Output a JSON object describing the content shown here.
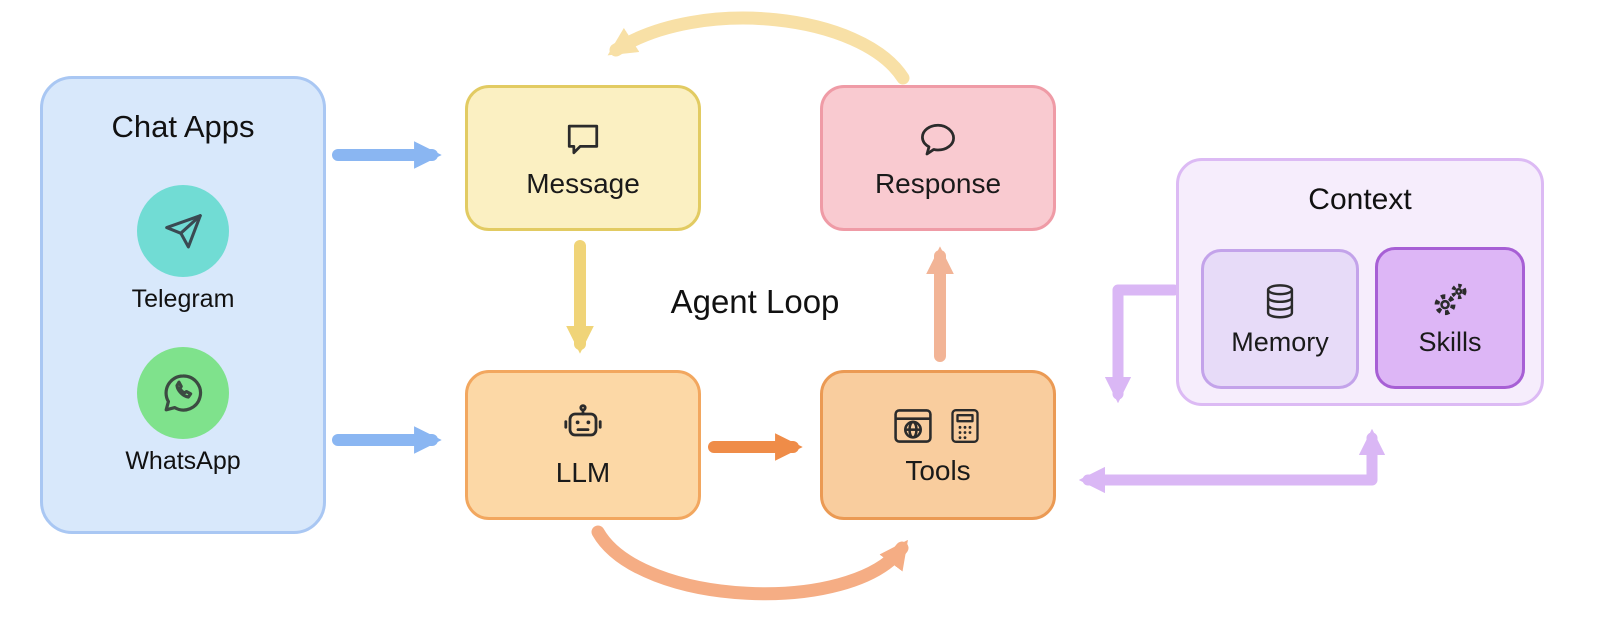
{
  "title": {
    "agent_loop": "Agent Loop"
  },
  "chat_apps": {
    "title": "Chat Apps",
    "items": [
      {
        "label": "Telegram",
        "icon": "telegram-icon",
        "circle_color": "#71dcd4"
      },
      {
        "label": "WhatsApp",
        "icon": "whatsapp-icon",
        "circle_color": "#7fe28c"
      }
    ]
  },
  "nodes": {
    "message": {
      "label": "Message",
      "icon": "square-speech-bubble-icon",
      "fill": "#fbf0c2",
      "border": "#e2cb62"
    },
    "response": {
      "label": "Response",
      "icon": "round-speech-bubble-icon",
      "fill": "#f9cad0",
      "border": "#ef9ba6"
    },
    "llm": {
      "label": "LLM",
      "icon": "robot-icon",
      "fill": "#fcd8a6",
      "border": "#f2a75f"
    },
    "tools": {
      "label": "Tools",
      "icon": "browser-and-calculator-icon",
      "fill": "#f9cd9e",
      "border": "#eb9a54"
    }
  },
  "context": {
    "title": "Context",
    "memory": {
      "label": "Memory",
      "icon": "database-icon",
      "fill": "#e7dbf8",
      "border": "#c3a3ea"
    },
    "skills": {
      "label": "Skills",
      "icon": "gears-icon",
      "fill": "#ddb6f6",
      "border": "#a75fd5"
    }
  },
  "connections": [
    {
      "from": "chat-apps",
      "to": "message",
      "color": "#8ab6f2",
      "style": "straight-right"
    },
    {
      "from": "chat-apps",
      "to": "llm",
      "color": "#8ab6f2",
      "style": "straight-right"
    },
    {
      "from": "message",
      "to": "llm",
      "color": "#f0d478",
      "style": "straight-down"
    },
    {
      "from": "llm",
      "to": "tools",
      "color": "#ef8c48",
      "style": "straight-right"
    },
    {
      "from": "tools",
      "to": "response",
      "color": "#f2b496",
      "style": "straight-up"
    },
    {
      "from": "response",
      "to": "message",
      "color": "#f8e0a6",
      "style": "curved-top"
    },
    {
      "from": "llm",
      "to": "tools",
      "color": "#f5ad84",
      "style": "curved-bottom"
    },
    {
      "from": "context",
      "to": "tools",
      "color": "#dab7f5",
      "style": "elbow-down"
    },
    {
      "from": "context",
      "to": "tools",
      "color": "#dab7f5",
      "style": "elbow-left",
      "bidirectional": true
    }
  ],
  "colors": {
    "chat_apps_fill": "#d8e8fb",
    "chat_apps_border": "#a9c7f3",
    "context_fill": "#f6edfc",
    "context_border": "#dcbaf4",
    "blue_arrow": "#8ab6f2",
    "yellow_arrow": "#f0d478",
    "top_curve_arrow": "#f8e0a6",
    "orange_arrow": "#ef8c48",
    "salmon_arrow": "#f2b496",
    "bottom_curve_arrow": "#f5ad84",
    "purple_arrow": "#dab7f5",
    "icon_stroke": "#2b2b2b",
    "background": "#ffffff"
  }
}
